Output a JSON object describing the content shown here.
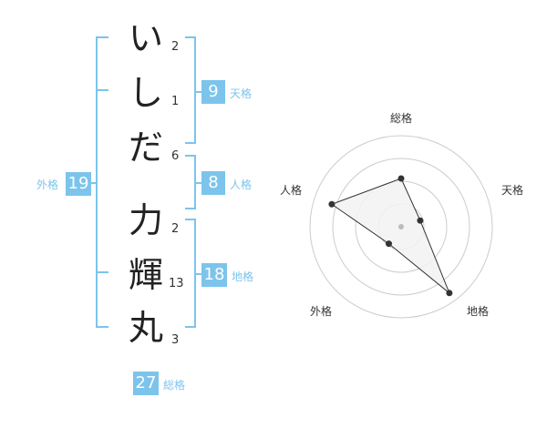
{
  "name": {
    "chars": [
      {
        "char": "い",
        "strokes": "2"
      },
      {
        "char": "し",
        "strokes": "1"
      },
      {
        "char": "だ",
        "strokes": "6"
      },
      {
        "char": "力",
        "strokes": "2"
      },
      {
        "char": "輝",
        "strokes": "13"
      },
      {
        "char": "丸",
        "strokes": "3"
      }
    ]
  },
  "grades": {
    "tenkaku": {
      "label": "天格",
      "value": "9"
    },
    "jinkaku": {
      "label": "人格",
      "value": "8"
    },
    "chikaku": {
      "label": "地格",
      "value": "18"
    },
    "gaikaku": {
      "label": "外格",
      "value": "19"
    },
    "soukaku": {
      "label": "総格",
      "value": "27"
    }
  },
  "chart_data": {
    "type": "radar",
    "axes": [
      "総格",
      "天格",
      "地格",
      "外格",
      "人格"
    ],
    "values": [
      27,
      9,
      18,
      19,
      8
    ],
    "plotted_fraction": [
      0.53,
      0.22,
      0.9,
      0.23,
      0.8
    ],
    "rings": 4,
    "colors": {
      "fill": "#f2f2f2",
      "stroke": "#333333",
      "grid": "#cccccc",
      "center": "#bbbbbb"
    }
  },
  "colors": {
    "accent": "#7cc4ec"
  }
}
